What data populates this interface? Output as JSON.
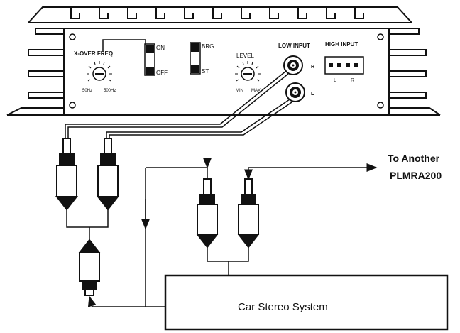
{
  "amp": {
    "xover_label": "X-OVER FREQ",
    "xover_min": "50Hz",
    "xover_max": "500Hz",
    "switch1_on": "ON",
    "switch1_off": "OFF",
    "switch2_top": "BRG",
    "switch2_bottom": "ST",
    "level_label": "LEVEL",
    "level_min": "MIN",
    "level_max": "MAX",
    "low_input_label": "LOW INPUT",
    "low_input_r": "R",
    "low_input_l": "L",
    "high_input_label": "HIGH INPUT",
    "high_input_l": "L",
    "high_input_r": "R"
  },
  "annotations": {
    "to_another_line1": "To Another",
    "to_another_line2": "PLMRA200"
  },
  "stereo": {
    "label": "Car Stereo System"
  },
  "colors": {
    "line": "#111111",
    "background": "#ffffff"
  }
}
